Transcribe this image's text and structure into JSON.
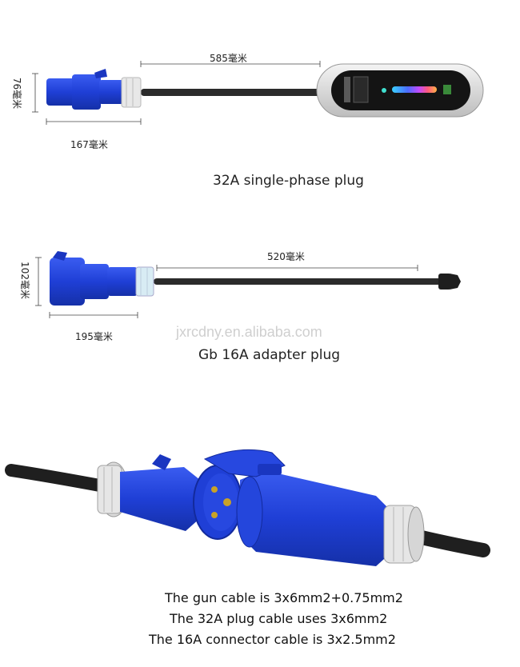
{
  "section1": {
    "cable_length": "585毫米",
    "plug_height": "76毫米",
    "plug_width": "167毫米",
    "caption": "32A single-phase plug"
  },
  "section2": {
    "cable_length": "520毫米",
    "plug_height": "102毫米",
    "plug_width": "195毫米",
    "caption": "Gb 16A adapter plug"
  },
  "watermark": "jxrcdny.en.alibaba.com",
  "specs": [
    "The gun cable is 3x6mm2+0.75mm2",
    "The 32A plug cable uses 3x6mm2",
    "The 16A connector cable is 3x2.5mm2"
  ],
  "colors": {
    "plug_blue": "#1f3fd6",
    "cable_black": "#2b2b2b",
    "collar_white": "#e8e8e8"
  }
}
